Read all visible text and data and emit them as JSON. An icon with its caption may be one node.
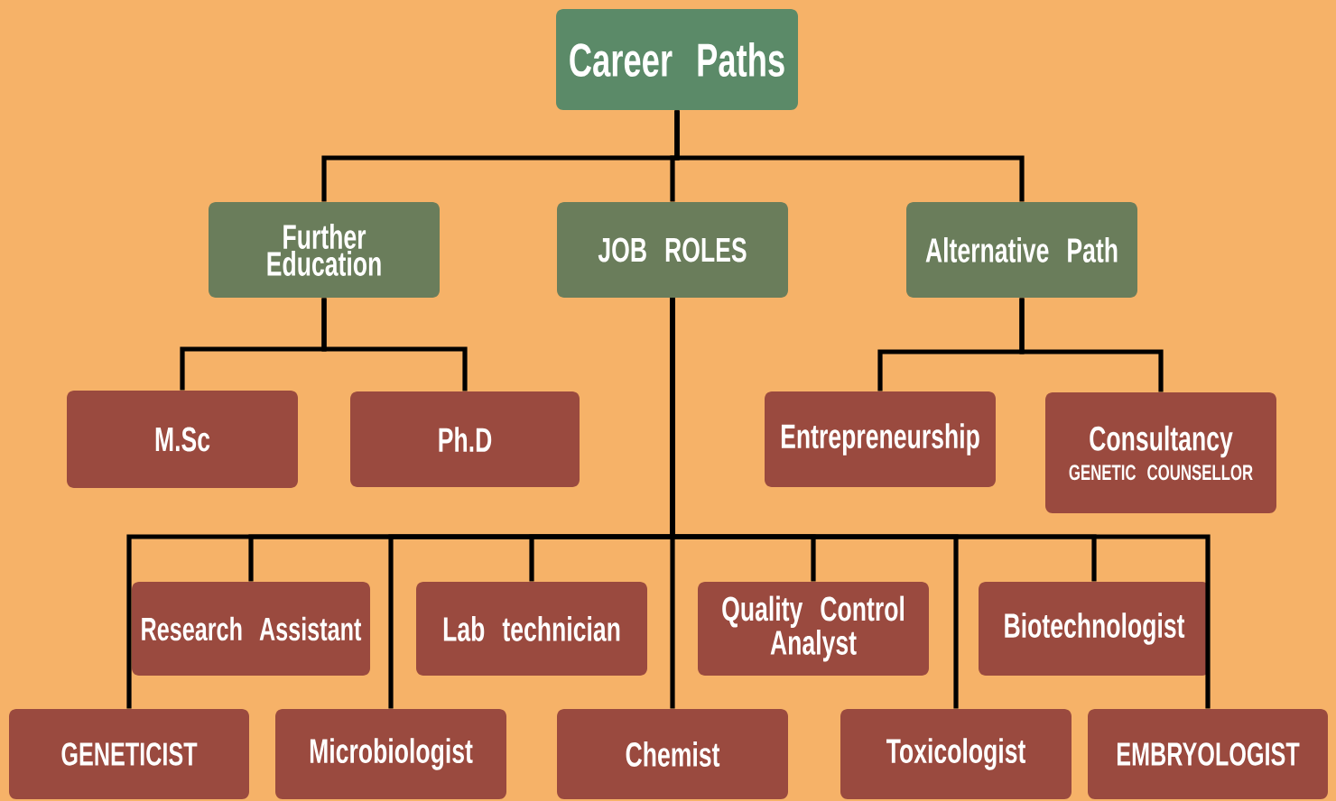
{
  "diagram": {
    "nodes": [
      {
        "text": [
          "Career Paths"
        ]
      },
      {
        "text": [
          "Further Education"
        ]
      },
      {
        "text": [
          "JOB ROLES"
        ]
      },
      {
        "text": [
          "Alternative Path"
        ]
      },
      {
        "text": [
          "M.Sc"
        ]
      },
      {
        "text": [
          "Ph.D"
        ]
      },
      {
        "text": [
          "Entrepreneurship"
        ]
      },
      {
        "text": [
          "Consultancy",
          "GENETIC COUNSELLOR"
        ]
      },
      {
        "text": [
          "Research Assistant"
        ]
      },
      {
        "text": [
          "Lab technician"
        ]
      },
      {
        "text": [
          "Quality Control Analyst"
        ]
      },
      {
        "text": [
          "Biotechnologist"
        ]
      },
      {
        "text": [
          "GENETICIST"
        ]
      },
      {
        "text": [
          "Microbiologist"
        ]
      },
      {
        "text": [
          "Chemist"
        ]
      },
      {
        "text": [
          "Toxicologist"
        ]
      },
      {
        "text": [
          "EMBRYOLOGIST"
        ]
      }
    ],
    "edges": [
      {
        "from": 0,
        "to": 1,
        "arrow": "none"
      },
      {
        "from": 0,
        "to": 2,
        "arrow": "none"
      },
      {
        "from": 0,
        "to": 3,
        "arrow": "none"
      },
      {
        "from": 1,
        "to": 4,
        "arrow": "none"
      },
      {
        "from": 1,
        "to": 5,
        "arrow": "none"
      },
      {
        "from": 3,
        "to": 6,
        "arrow": "none"
      },
      {
        "from": 3,
        "to": 7,
        "arrow": "none"
      },
      {
        "from": 2,
        "to": 8,
        "arrow": "none"
      },
      {
        "from": 2,
        "to": 9,
        "arrow": "none"
      },
      {
        "from": 2,
        "to": 10,
        "arrow": "none"
      },
      {
        "from": 2,
        "to": 11,
        "arrow": "none"
      },
      {
        "from": 2,
        "to": 12,
        "arrow": "none"
      },
      {
        "from": 2,
        "to": 13,
        "arrow": "none"
      },
      {
        "from": 2,
        "to": 14,
        "arrow": "none"
      },
      {
        "from": 2,
        "to": 15,
        "arrow": "none"
      },
      {
        "from": 2,
        "to": 16,
        "arrow": "none"
      }
    ]
  }
}
